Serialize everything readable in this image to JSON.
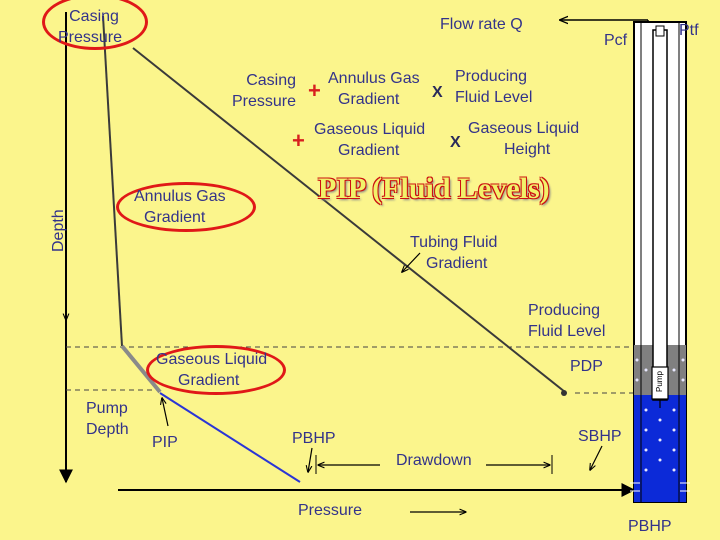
{
  "labels": {
    "casing_pressure_top": [
      "Casing",
      "Pressure"
    ],
    "flow_rate": "Flow rate Q",
    "pcf": "Pcf",
    "ptf": "Ptf",
    "depth": "Depth",
    "equation": {
      "row1": {
        "t1": [
          "Casing",
          "Pressure"
        ],
        "plus": "+",
        "t2": [
          "Annulus Gas",
          "Gradient"
        ],
        "x": "X",
        "t3": [
          "Producing",
          "Fluid Level"
        ]
      },
      "row2": {
        "plus": "+",
        "t1": [
          "Gaseous Liquid",
          "Gradient"
        ],
        "x": "X",
        "t2": [
          "Gaseous Liquid",
          "Height"
        ]
      }
    },
    "title": "PIP (Fluid Levels)",
    "annulus_gas_gradient": [
      "Annulus Gas",
      "Gradient"
    ],
    "tubing_fluid_gradient": [
      "Tubing Fluid",
      "Gradient"
    ],
    "producing_fluid_level": [
      "Producing",
      "Fluid Level"
    ],
    "gaseous_liquid_gradient": [
      "Gaseous Liquid",
      "Gradient"
    ],
    "pdp": "PDP",
    "pump_depth": [
      "Pump",
      "Depth"
    ],
    "pip": "PIP",
    "pbhp": "PBHP",
    "sbhp": "SBHP",
    "drawdown": "Drawdown",
    "pressure": "Pressure",
    "pbhp_well": "PBHP",
    "pump": "Pump"
  },
  "colors": {
    "background": "#fbf58c",
    "label_text": "#33338a",
    "ellipse": "#e01818",
    "gas_line": "#404040",
    "liquid_line": "#2a35d6",
    "well_fluid": "#0c2ad8"
  }
}
